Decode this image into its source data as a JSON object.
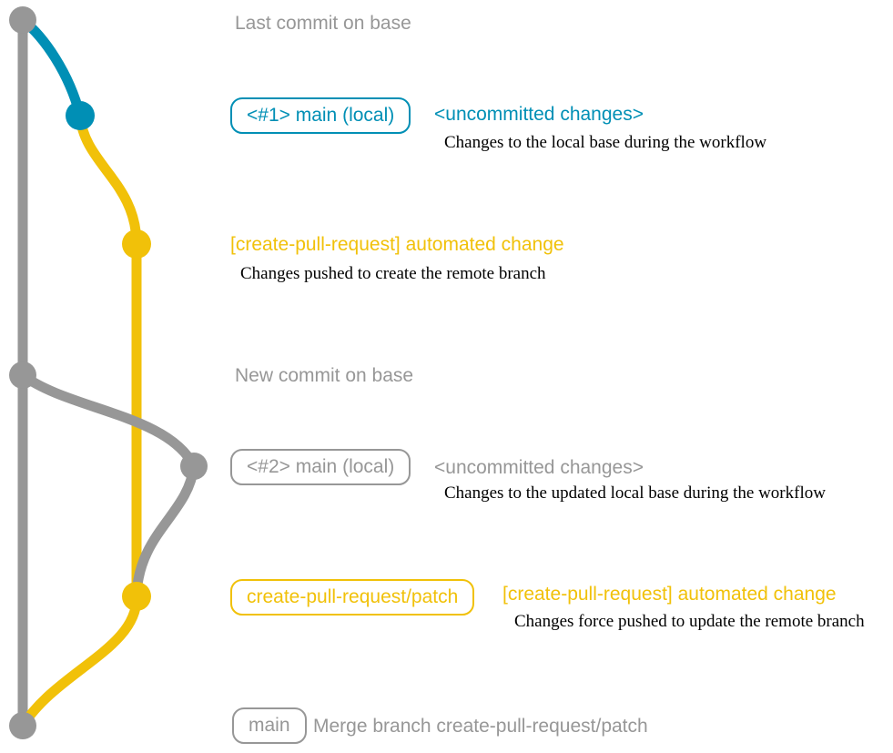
{
  "colors": {
    "base_branch": "#979797",
    "local_branch": "#008fb5",
    "pr_branch": "#f1c109",
    "description_text": "#000000"
  },
  "annotations": {
    "last_commit": {
      "message": "Last commit on base"
    },
    "local1": {
      "branch_label": "<#1> main (local)",
      "message": "<uncommitted changes>",
      "description": "Changes to the local base during the workflow"
    },
    "pr_commit1": {
      "message": "[create-pull-request] automated change",
      "description": "Changes pushed to create the remote branch"
    },
    "new_commit": {
      "message": "New commit on base"
    },
    "local2": {
      "branch_label": "<#2> main (local)",
      "message": "<uncommitted changes>",
      "description": "Changes to the updated local base during the workflow"
    },
    "pr_commit2": {
      "branch_label": "create-pull-request/patch",
      "message": "[create-pull-request] automated change",
      "description": "Changes force pushed to update the remote branch"
    },
    "merge_commit": {
      "branch_label": "main",
      "message": "Merge branch create-pull-request/patch"
    }
  }
}
